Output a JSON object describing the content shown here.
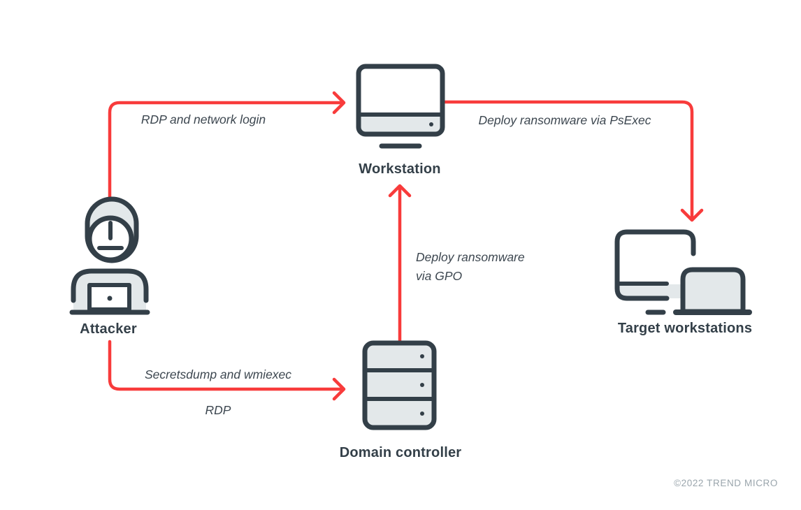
{
  "theme": {
    "background": "#ffffff",
    "arrow_red": "#f83b3b",
    "outline_dark": "#333f48",
    "icon_fill_gray": "#e3e8ea",
    "edge_text": "#3d4750",
    "footer_text": "#9aa5ac"
  },
  "nodes": {
    "attacker": {
      "label": "Attacker"
    },
    "workstation": {
      "label": "Workstation"
    },
    "domain_controller": {
      "label": "Domain controller"
    },
    "target_workstations": {
      "label": "Target workstations"
    }
  },
  "edges": {
    "attacker_to_workstation": {
      "label": "RDP and network login"
    },
    "workstation_to_targets": {
      "label": "Deploy ransomware via PsExec"
    },
    "dc_to_workstation": {
      "label_line1": "Deploy ransomware",
      "label_line2": "via GPO"
    },
    "attacker_to_dc": {
      "label_top": "Secretsdump and wmiexec",
      "label_bottom": "RDP"
    }
  },
  "footer": {
    "copyright": "©2022 TREND MICRO"
  }
}
